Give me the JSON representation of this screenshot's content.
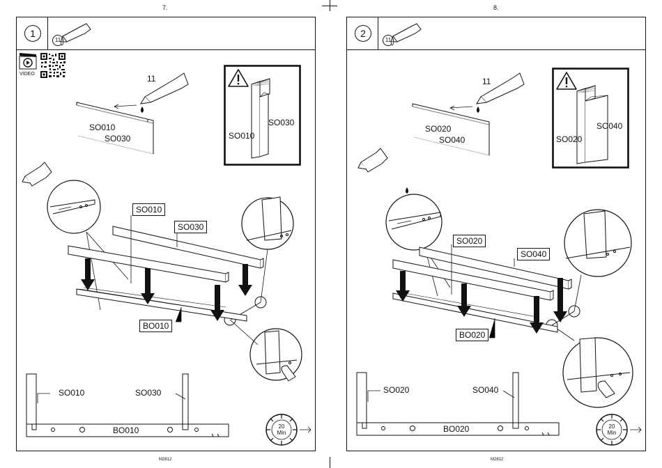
{
  "pages": [
    {
      "page_number": "7.",
      "footer_code": "M2812",
      "step_number": "1",
      "glue_ref": "11",
      "video_label": "VIDEO",
      "glue_callout": "11",
      "rail_labels": [
        "SO010",
        "SO030"
      ],
      "warning_labels": [
        "SO010",
        "SO030"
      ],
      "assembly_labels": [
        "SO010",
        "SO030",
        "BO010"
      ],
      "section_labels": [
        "SO010",
        "SO030",
        "BO010"
      ],
      "timer": {
        "minutes": "20",
        "unit": "Min"
      }
    },
    {
      "page_number": "8.",
      "footer_code": "M2812",
      "step_number": "2",
      "glue_ref": "11",
      "glue_callout": "11",
      "rail_labels": [
        "SO020",
        "SO040"
      ],
      "warning_labels": [
        "SO020",
        "SO040"
      ],
      "assembly_labels": [
        "SO020",
        "SO040",
        "BO020"
      ],
      "section_labels": [
        "SO020",
        "SO040",
        "BO020"
      ],
      "timer": {
        "minutes": "20",
        "unit": "Min"
      }
    }
  ]
}
